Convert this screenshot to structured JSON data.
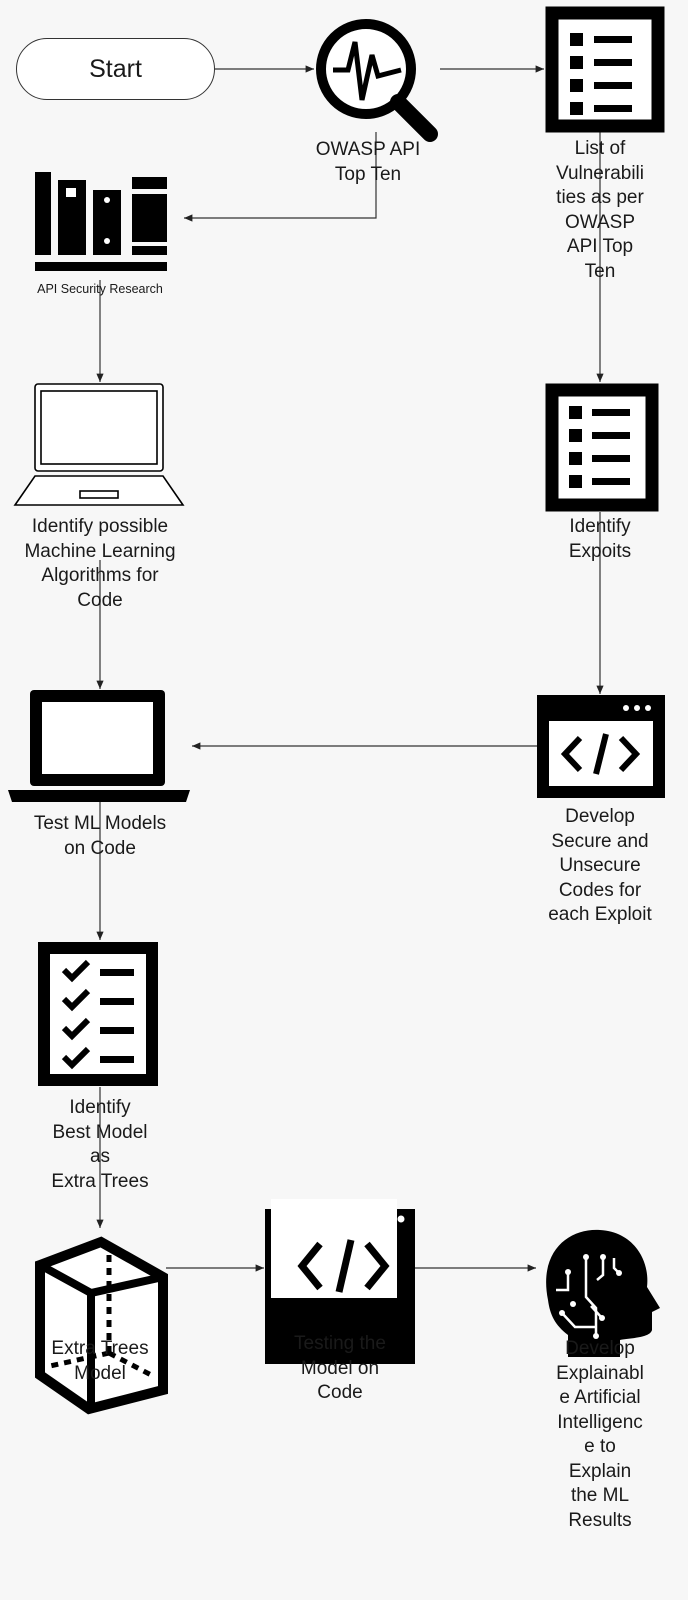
{
  "nodes": {
    "start": "Start",
    "owasp": "OWASP API\nTop Ten",
    "vuln_list": "List of\nVulnerabili\nties as per\nOWASP\nAPI Top\nTen",
    "research": "API Security Research",
    "identify_ml": "Identify possible\nMachine Learning\nAlgorithms for\nCode",
    "identify_exploits": "Identify\nExpoits",
    "develop_codes": "Develop\nSecure and\nUnsecure\nCodes for\neach Exploit",
    "test_ml": "Test ML Models\non Code",
    "best_model": "Identify\nBest Model\nas\nExtra Trees",
    "extra_trees": "Extra Trees\nModel",
    "testing_model": "Testing the\nModel on\nCode",
    "xai": "Develop\nExplainabl\ne Artificial\nIntelligenc\ne to\nExplain\nthe ML\nResults"
  }
}
